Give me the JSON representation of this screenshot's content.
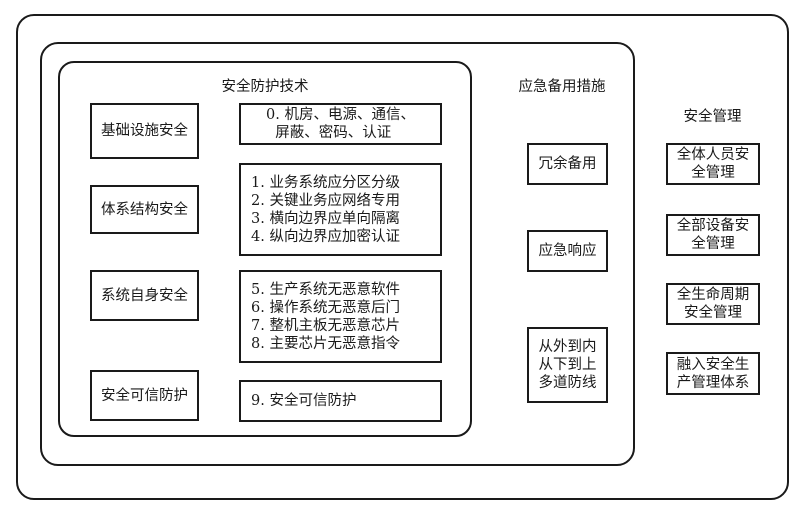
{
  "tech": {
    "title": "安全防护技术",
    "categories": [
      {
        "label": "基础设施安全",
        "measures": "0. 机房、电源、通信、\n  屏蔽、密码、认证"
      },
      {
        "label": "体系结构安全",
        "measures": [
          "1. 业务系统应分区分级",
          "2. 关键业务应网络专用",
          "3. 横向边界应单向隔离",
          "4. 纵向边界应加密认证"
        ]
      },
      {
        "label": "系统自身安全",
        "measures": [
          "5. 生产系统无恶意软件",
          "6. 操作系统无恶意后门",
          "7. 整机主板无恶意芯片",
          "8. 主要芯片无恶意指令"
        ]
      },
      {
        "label": "安全可信防护",
        "measures": "9. 安全可信防护"
      }
    ]
  },
  "emergency": {
    "title": "应急备用措施",
    "items": [
      "冗余备用",
      "应急响应",
      "从外到内\n从下到上\n多道防线"
    ]
  },
  "management": {
    "title": "安全管理",
    "items": [
      "全体人员安\n全管理",
      "全部设备安\n全管理",
      "全生命周期\n安全管理",
      "融入安全生\n产管理体系"
    ]
  }
}
